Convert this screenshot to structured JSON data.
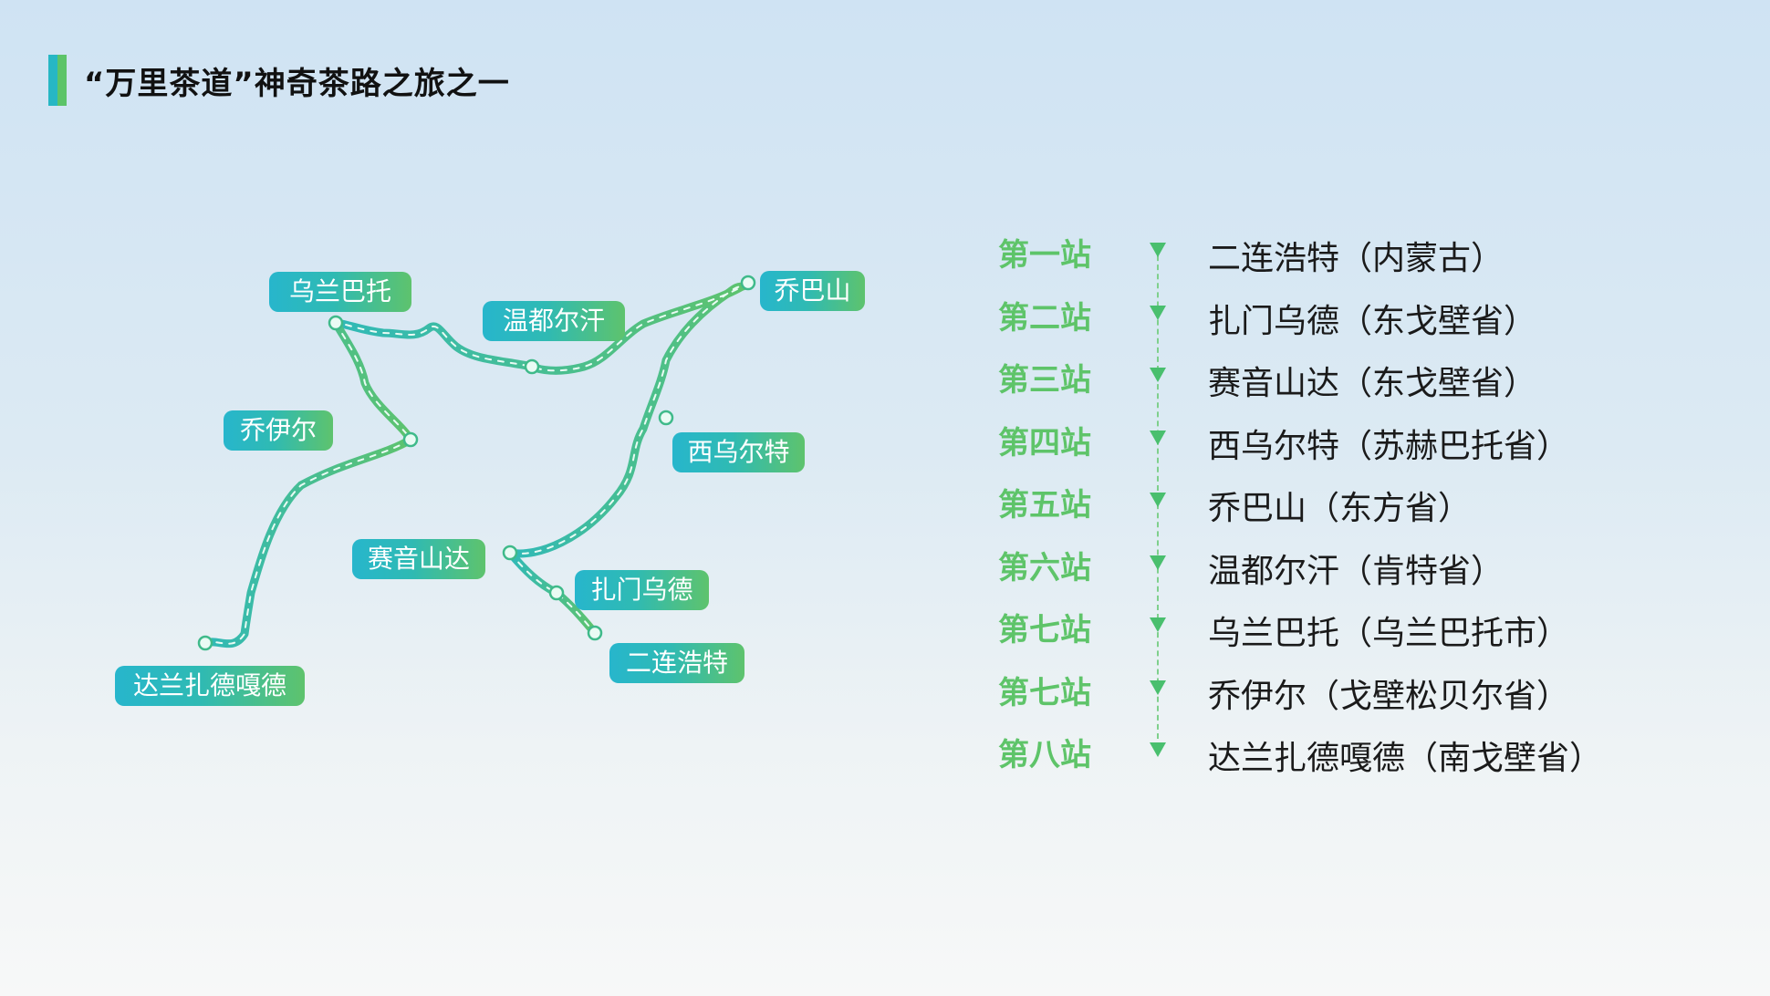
{
  "title": "“万里茶道”神奇茶路之旅之一",
  "colors": {
    "route": "#49bf7d",
    "label_start": "#27b6cc",
    "label_end": "#5ec36d",
    "station_number": "#5ec469"
  },
  "map_labels": {
    "ulaanbaatar": "乌兰巴托",
    "undurkhaan": "温都尔汗",
    "choibalsan": "乔巴山",
    "choir": "乔伊尔",
    "baruun_urt": "西乌尔特",
    "sainshand": "赛音山达",
    "zamiin_uud": "扎门乌德",
    "erenhot": "二连浩特",
    "dalanzadgad": "达兰扎德嘎德"
  },
  "stations": [
    {
      "number": "第一站",
      "name": "二连浩特（内蒙古）"
    },
    {
      "number": "第二站",
      "name": "扎门乌德（东戈壁省）"
    },
    {
      "number": "第三站",
      "name": "赛音山达（东戈壁省）"
    },
    {
      "number": "第四站",
      "name": "西乌尔特（苏赫巴托省）"
    },
    {
      "number": "第五站",
      "name": "乔巴山（东方省）"
    },
    {
      "number": "第六站",
      "name": "温都尔汗（肯特省）"
    },
    {
      "number": "第七站",
      "name": "乌兰巴托（乌兰巴托市）"
    },
    {
      "number": "第七站",
      "name": "乔伊尔（戈壁松贝尔省）"
    },
    {
      "number": "第八站",
      "name": "达兰扎德嘎德（南戈壁省）"
    }
  ]
}
